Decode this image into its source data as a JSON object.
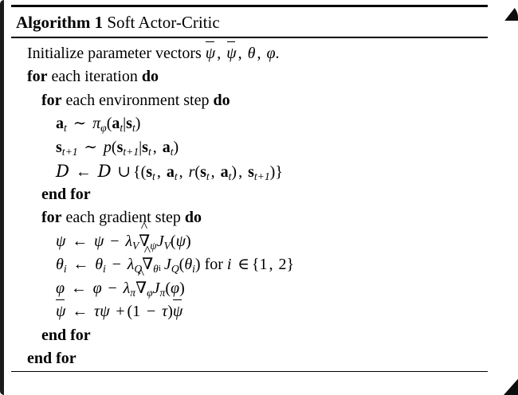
{
  "document": {
    "type": "algorithm-pseudocode-block",
    "title_label": "Algorithm 1",
    "title_name": "Soft Actor-Critic"
  },
  "algorithm": {
    "lines": [
      {
        "id": "init",
        "indent": 1,
        "text": "Initialize parameter vectors ψ, ψ̄, θ, φ."
      },
      {
        "id": "for-iteration",
        "indent": 1,
        "text": "for each iteration do"
      },
      {
        "id": "for-env-step",
        "indent": 2,
        "text": "for each environment step do"
      },
      {
        "id": "sample-action",
        "indent": 3,
        "text": "a_t ∼ π_φ(a_t|s_t)"
      },
      {
        "id": "sample-next-state",
        "indent": 3,
        "text": "s_{t+1} ∼ p(s_{t+1}|s_t, a_t)"
      },
      {
        "id": "store-transition",
        "indent": 3,
        "text": "D ← D ∪ {(s_t, a_t, r(s_t, a_t), s_{t+1})}"
      },
      {
        "id": "end-for-env-step",
        "indent": 2,
        "text": "end for"
      },
      {
        "id": "for-gradient-step",
        "indent": 2,
        "text": "for each gradient step do"
      },
      {
        "id": "update-psi",
        "indent": 3,
        "text": "ψ ← ψ − λ_V ∇̂_ψ J_V(ψ)"
      },
      {
        "id": "update-theta",
        "indent": 3,
        "text": "θ_i ← θ_i − λ_Q ∇̂_{θ_i} J_Q(θ_i) for i ∈ {1, 2}"
      },
      {
        "id": "update-phi",
        "indent": 3,
        "text": "φ ← φ − λ_π ∇̂_φ J_π(φ)"
      },
      {
        "id": "update-psi-bar",
        "indent": 3,
        "text": "ψ̄ ← τψ + (1 − τ)ψ̄"
      },
      {
        "id": "end-for-gradient-step",
        "indent": 2,
        "text": "end for"
      },
      {
        "id": "end-for-iteration",
        "indent": 1,
        "text": "end for"
      }
    ],
    "keywords": {
      "for": "for",
      "do": "do",
      "end_for": "end for",
      "each_iteration": "each iteration",
      "each_environment_step": "each environment step",
      "each_gradient_step": "each gradient step",
      "initialize_text": "Initialize parameter vectors",
      "for_all": "for",
      "period": "."
    },
    "symbols": {
      "psi": "ψ",
      "psi_bar": "ψ̄",
      "theta": "θ",
      "phi": "φ",
      "tau": "τ",
      "pi": "π",
      "lambda": "λ",
      "nabla_hat": "∇̂",
      "calligraphic_d": "D",
      "sim": "∼",
      "leftarrow": "←",
      "cup": "∪",
      "in": "∈",
      "minus": "−",
      "plus": "+",
      "comma": ",",
      "a": "a",
      "s": "s",
      "r": "r",
      "p": "p",
      "J": "J",
      "V": "V",
      "Q": "Q",
      "i": "i",
      "t": "t",
      "t_plus_1": "t+1",
      "one": "1",
      "two": "2"
    }
  },
  "colors": {
    "ink": "#000000",
    "paper": "#ffffff",
    "scan_edge": "#0d0d0d"
  }
}
